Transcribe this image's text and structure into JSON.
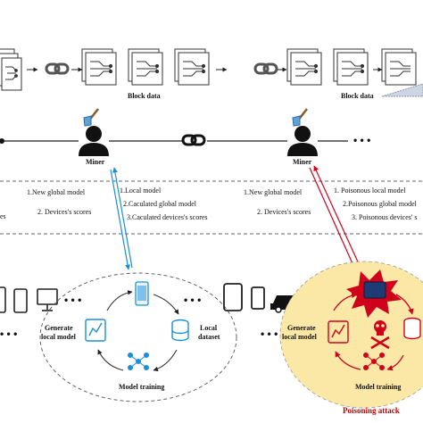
{
  "blockchain": {
    "left_block_label": "Block data",
    "right_block_label": "Block data"
  },
  "miners": {
    "left_label": "Miner",
    "right_label": "Miner"
  },
  "left_messages": {
    "down_1": "1.New global model",
    "down_2": "2. Devices's scores",
    "up_1": "1.Local model",
    "up_2": "2.Caculated global model",
    "up_3": "3.Caculated devices's scores",
    "edge": "es"
  },
  "right_messages": {
    "down_1": "1.New global model",
    "down_2": "2. Devices's scores",
    "up_1": "1. Poisonous local model",
    "up_2": "2.Poisonous global model",
    "up_3": "3. Poisonous devices' s"
  },
  "left_cluster": {
    "generate_label_1": "Generate",
    "generate_label_2": "local model",
    "dataset_label_1": "Local",
    "dataset_label_2": "dataset",
    "training_label": "Model training"
  },
  "right_cluster": {
    "generate_label_1": "Generate",
    "generate_label_2": "local model",
    "training_label": "Model training",
    "attack_label": "Poisoning attack"
  },
  "colors": {
    "blue": "#1a8fd6",
    "red": "#d0021b",
    "attack_fill": "#fbe7a6"
  }
}
